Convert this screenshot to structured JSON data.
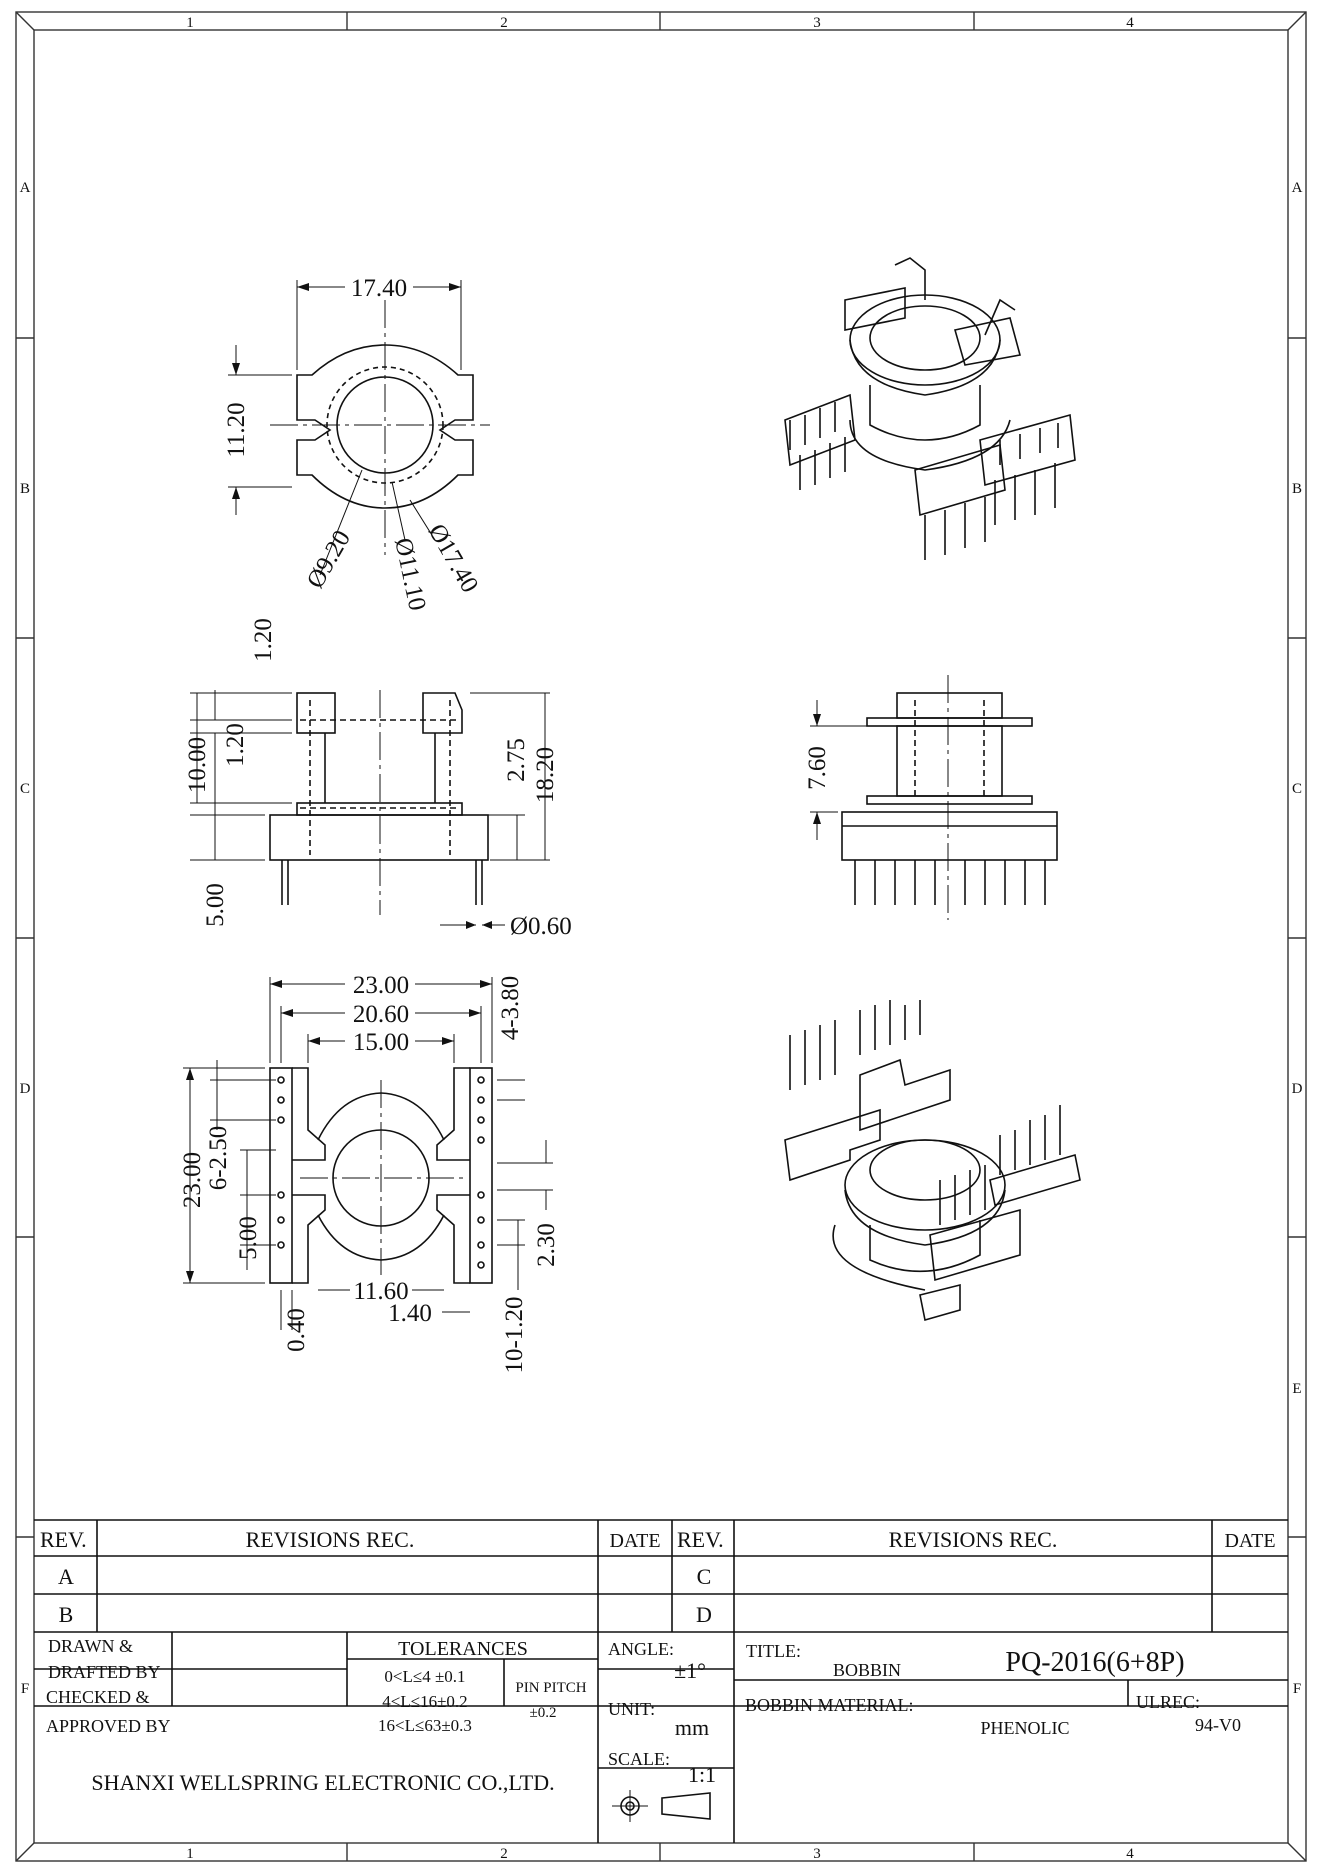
{
  "zones": {
    "columns": [
      "1",
      "2",
      "3",
      "4"
    ],
    "rows_left": [
      "A",
      "B",
      "C",
      "D",
      "F"
    ],
    "rows_right": [
      "A",
      "B",
      "C",
      "D",
      "E",
      "F"
    ]
  },
  "top_view": {
    "width": "17.40",
    "height": "11.20",
    "dia_inner": "Ø9.20",
    "dia_mid": "Ø11.10",
    "dia_outer": "Ø17.40"
  },
  "side_view": {
    "flange_top": "1.20",
    "flange_mid": "1.20",
    "winding_height": "10.00",
    "base_height": "5.00",
    "pin_offset": "2.75",
    "total_height": "18.20",
    "pin_dia": "Ø0.60"
  },
  "front_view": {
    "window": "7.60"
  },
  "bottom_view": {
    "overall_width": "23.00",
    "pin_row_span": "20.60",
    "inner_width": "15.00",
    "side_pin": "4-3.80",
    "overall_depth": "23.00",
    "pitch_a": "6-2.50",
    "pitch_b": "5.00",
    "offset_right": "2.30",
    "core_width": "11.60",
    "pin_width": "1.40",
    "pin_thick": "0.40",
    "pin_len": "10-1.20"
  },
  "title_block": {
    "rev_header": "REV.",
    "revisions_header": "REVISIONS REC.",
    "date_header": "DATE",
    "rev_a": "A",
    "rev_b": "B",
    "rev_c": "C",
    "rev_d": "D",
    "drawn_label_1": "DRAWN  &",
    "drawn_label_2": "DRAFTED BY",
    "checked_label_1": "CHECKED  &",
    "checked_label_2": "APPROVED BY",
    "tolerances_header": "TOLERANCES",
    "tol_1": "0<L≤4  ±0.1",
    "tol_2": "4<L≤16±0.2",
    "tol_3": "16<L≤63±0.3",
    "pin_pitch_label": "PIN PITCH",
    "pin_pitch_value": "±0.2",
    "angle_label": "ANGLE:",
    "angle_value": "±1°",
    "unit_label": "UNIT:",
    "unit_value": "mm",
    "scale_label": "SCALE:",
    "scale_value": "1:1",
    "title_label": "TITLE:",
    "title_value": "BOBBIN",
    "part_number": "PQ-2016(6+8P)",
    "material_label": "BOBBIN MATERIAL:",
    "material_value": "PHENOLIC",
    "ulrec_label": "ULREC:",
    "ulrec_value": "94-V0",
    "company": "SHANXI WELLSPRING ELECTRONIC CO.,LTD."
  }
}
